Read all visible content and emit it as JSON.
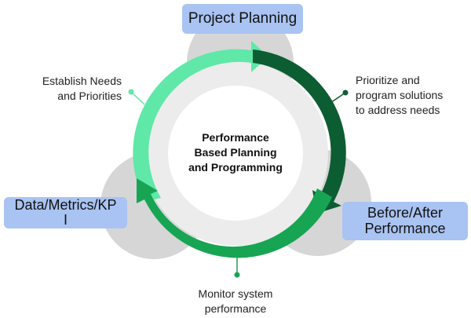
{
  "center": {
    "title": "Performance\nBased Planning\nand Programming"
  },
  "boxes": {
    "top": "Project Planning",
    "left": "Data/Metrics/KP\nI",
    "right": "Before/After\nPerformance"
  },
  "labels": {
    "top_left": "Establish Needs\nand Priorities",
    "top_right": "Prioritize and\nprogram solutions\nto address needs",
    "bottom": "Monitor system\nperformance"
  },
  "colors": {
    "box_fill": "#a9c3f2",
    "arrow_light": "#5fe8a8",
    "arrow_dark": "#0d5d32",
    "arrow_mid": "#17a554",
    "venn_circle": "#c8c8c8"
  }
}
